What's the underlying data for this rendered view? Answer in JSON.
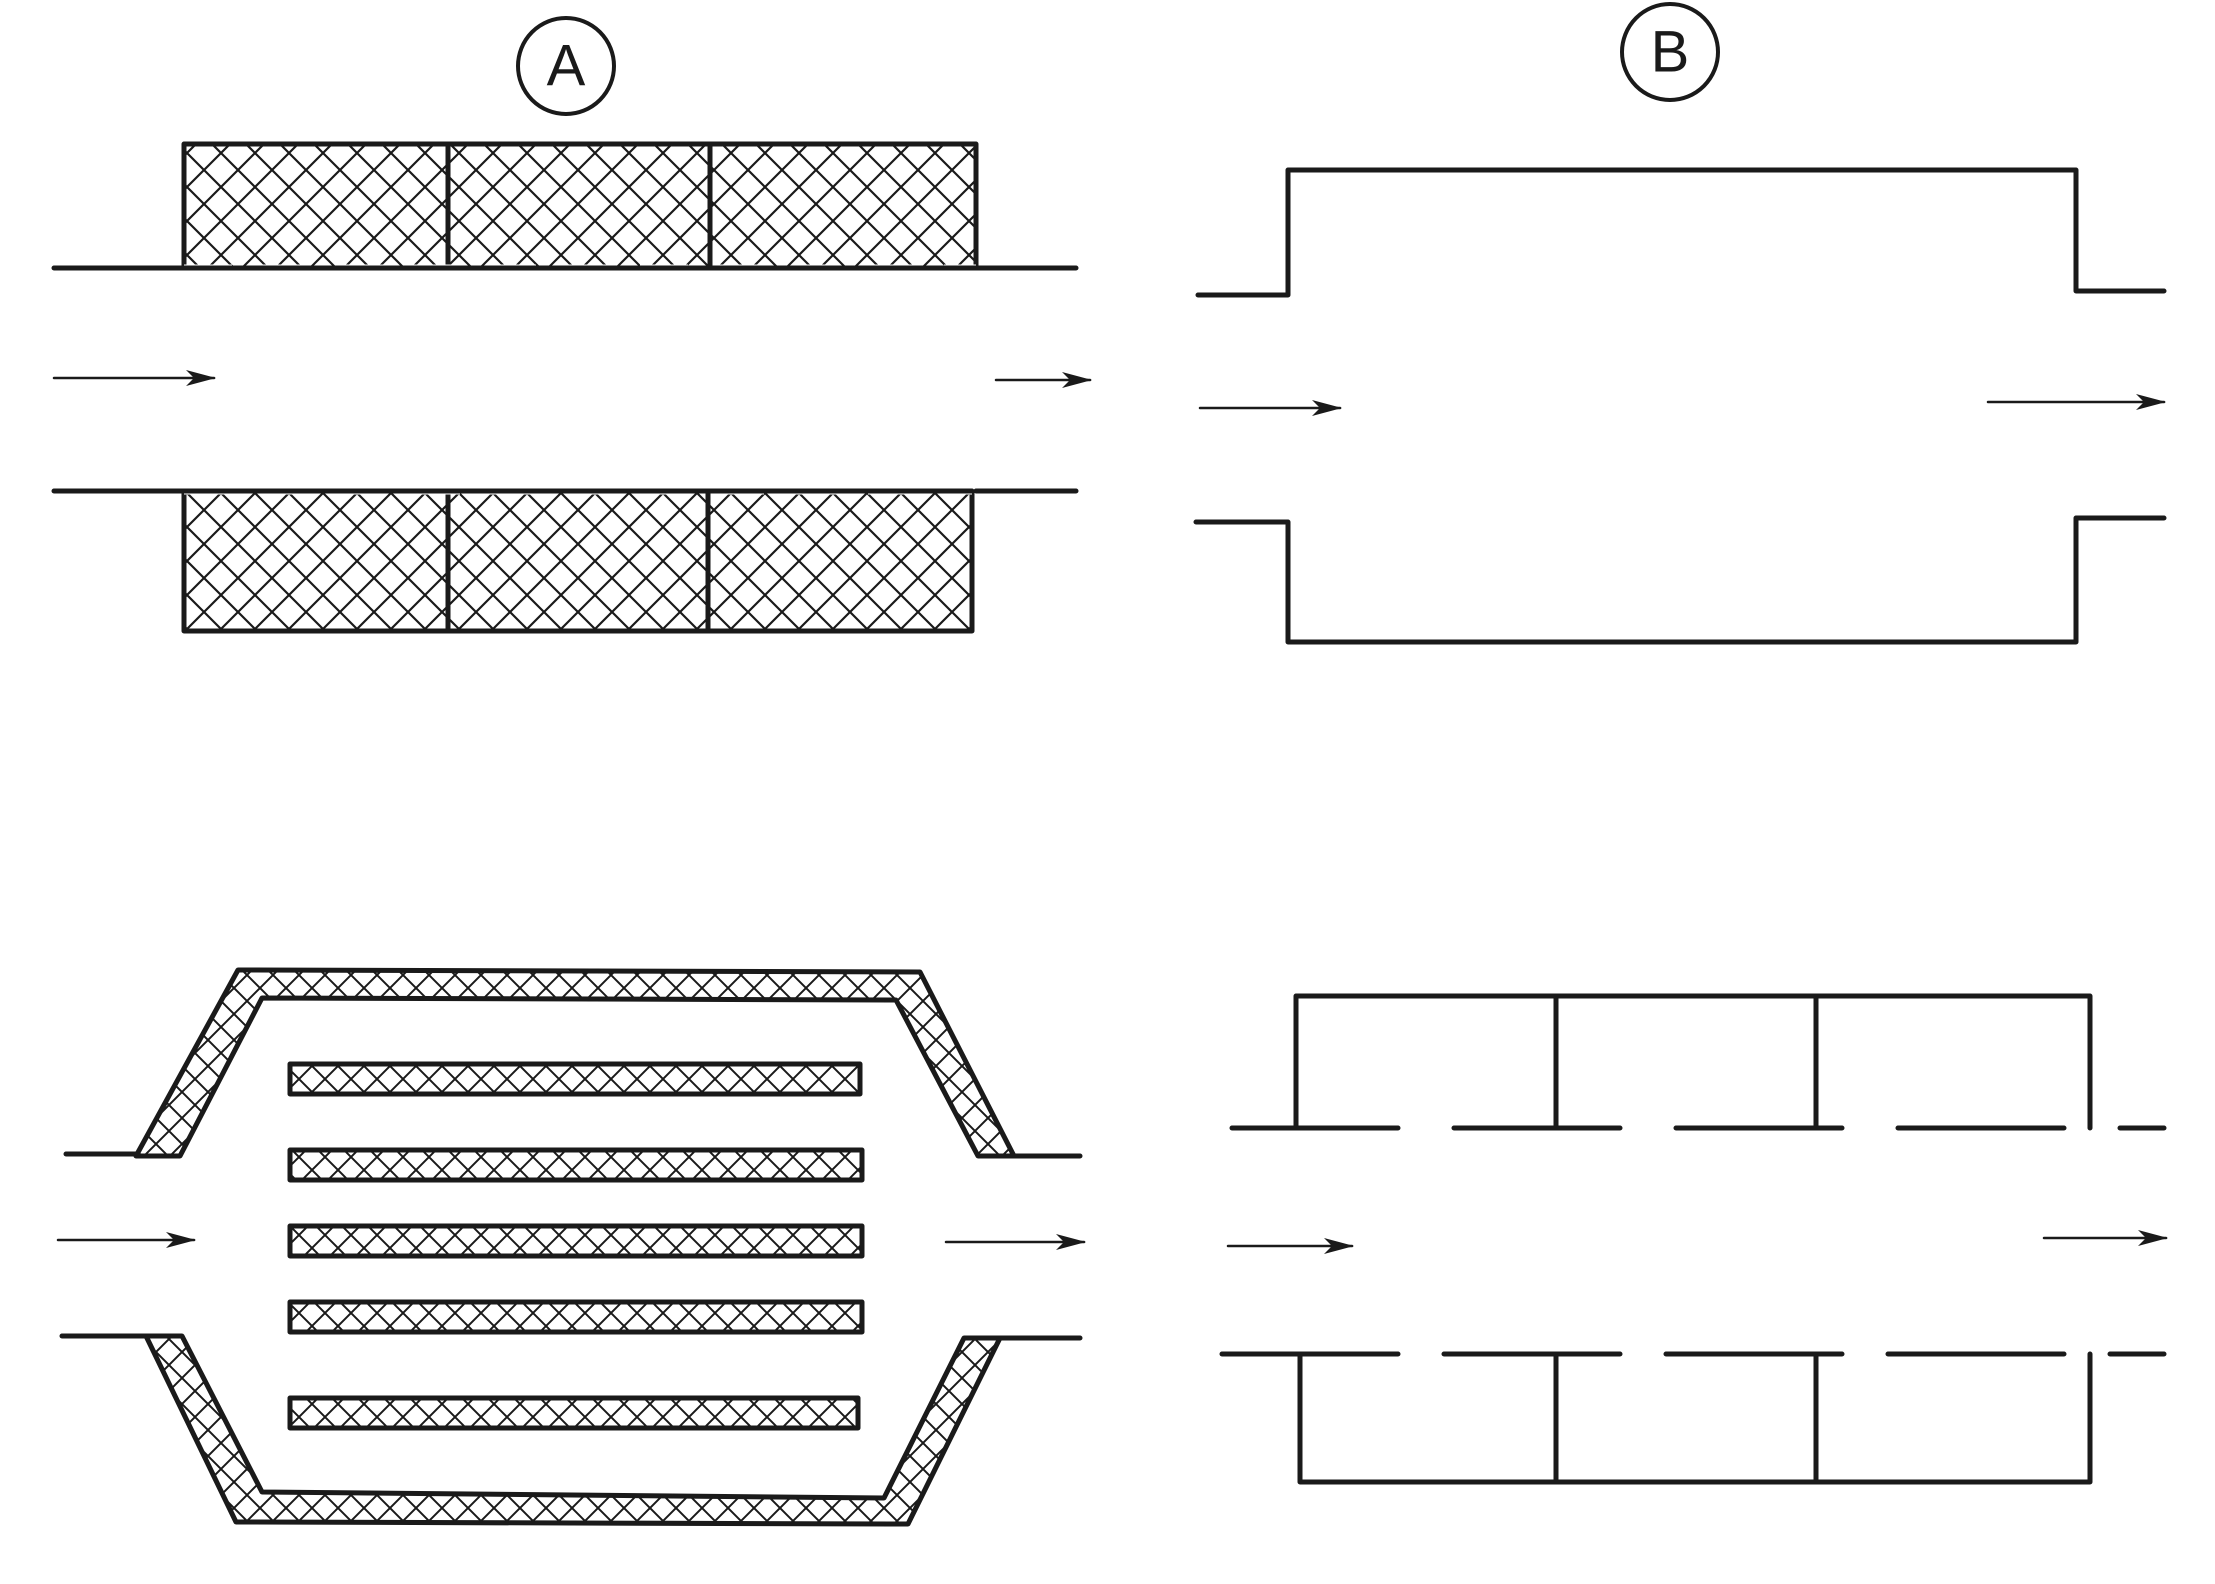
{
  "panels": {
    "a": {
      "label": "A"
    },
    "b": {
      "label": "B"
    }
  },
  "colors": {
    "ink": "#1a1a1a",
    "background": "#ffffff"
  },
  "flow_direction": "left-to-right",
  "hatch_pattern": "cross-hatch"
}
